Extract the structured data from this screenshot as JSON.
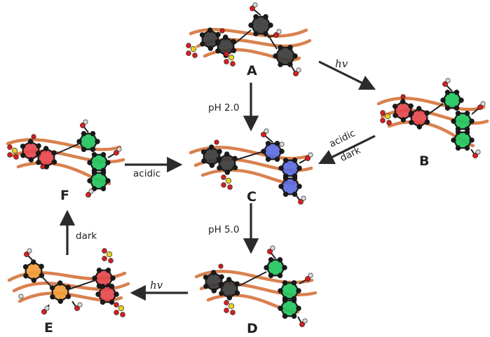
{
  "states": {
    "A": "A",
    "B": "B",
    "C": "C",
    "D": "D",
    "E": "E",
    "F": "F"
  },
  "arrows": {
    "a_to_b": "hv",
    "a_to_c": "pH 2.0",
    "b_to_c_line1": "acidic",
    "b_to_c_line2": "dark",
    "f_to_c": "acidic",
    "c_to_d": "pH 5.0",
    "d_to_e": "hv",
    "e_to_f": "dark"
  },
  "ring_colors": {
    "closed_neutral": "#3a3a3a",
    "merocyanine_green": "#22c55e",
    "protonated_red": "#e5484d",
    "protonated_blue": "#5b6be0",
    "orange": "#f39c3a"
  },
  "colors": {
    "polymer_chain": "#d9814f",
    "atom_black": "#1a1a1a",
    "atom_red": "#d42020",
    "atom_yellow": "#e6cf2a",
    "atom_white": "#d9d9d9",
    "arrow": "#2b2b2b"
  }
}
